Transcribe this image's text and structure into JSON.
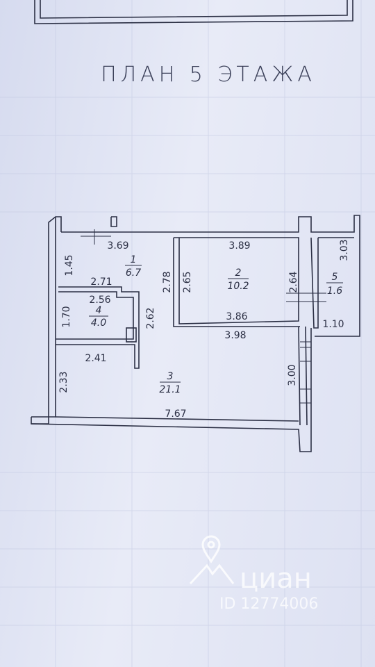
{
  "title": "ПЛАН 5 ЭТАЖА",
  "rooms": [
    {
      "number": "1",
      "area": "6.7"
    },
    {
      "number": "2",
      "area": "10.2"
    },
    {
      "number": "3",
      "area": "21.1"
    },
    {
      "number": "4",
      "area": "4.0"
    },
    {
      "number": "5",
      "area": "1.6"
    }
  ],
  "dimensions": {
    "d369": "3.69",
    "d145": "1.45",
    "d271": "2.71",
    "d256": "2.56",
    "d170": "1.70",
    "d262": "2.62",
    "d241": "2.41",
    "d233": "2.33",
    "d389": "3.89",
    "d278": "2.78",
    "d265": "2.65",
    "d264": "2.64",
    "d386": "3.86",
    "d398": "3.98",
    "d303": "3.03",
    "d110": "1.10",
    "d300": "3.00",
    "d767": "7.67"
  },
  "watermark": {
    "brand": "циан",
    "id": "ID 12774006",
    "icon": "location-pin-icon"
  }
}
